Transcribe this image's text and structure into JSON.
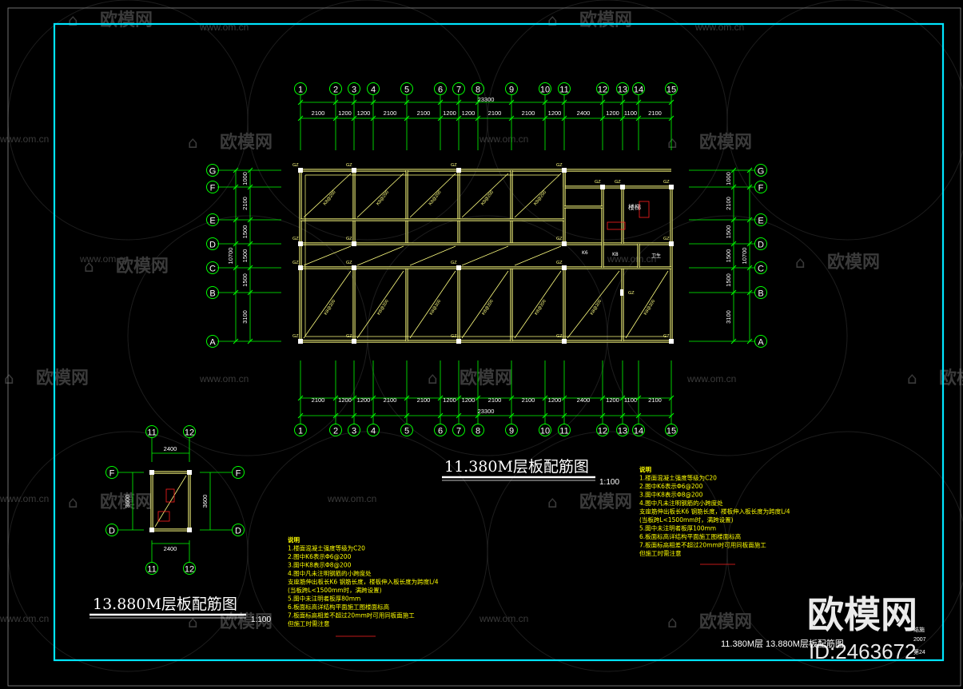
{
  "colors": {
    "background": "#000000",
    "frame": "#00e5ff",
    "grid": "#00ff00",
    "structure": "#ffff80",
    "text_white": "#ffffff",
    "note_yellow": "#ffff00",
    "red_mark": "#ff2020",
    "watermark": "#3a3a3a"
  },
  "watermark": {
    "brand": "欧模网",
    "url": "www.om.cn",
    "big_brand": "欧模网",
    "id_label": "ID:2463672"
  },
  "main_plan": {
    "title": "11.380M层板配筋图",
    "scale": "1:100",
    "total_width": "23300",
    "total_height": "10700",
    "top_axes": [
      "1",
      "2",
      "3",
      "4",
      "5",
      "6",
      "7",
      "8",
      "9",
      "10",
      "11",
      "12",
      "13",
      "14",
      "15"
    ],
    "bottom_axes": [
      "1",
      "2",
      "3",
      "4",
      "5",
      "6",
      "7",
      "8",
      "9",
      "10",
      "11",
      "12",
      "13",
      "14",
      "15"
    ],
    "bay_dims": [
      "2100",
      "1200",
      "1200",
      "2100",
      "2100",
      "1200",
      "1200",
      "2100",
      "2100",
      "1200",
      "2400",
      "1200",
      "1100",
      "2100"
    ],
    "row_axes": [
      "G",
      "F",
      "E",
      "D",
      "C",
      "B",
      "A"
    ],
    "row_dims": [
      "1000",
      "2100",
      "1500",
      "1500",
      "1500",
      "3100"
    ],
    "column_tag": "GZ"
  },
  "small_plan": {
    "title": "13.880M层板配筋图",
    "scale": "1:100",
    "axes_top": [
      "11",
      "12"
    ],
    "axes_bottom": [
      "11",
      "12"
    ],
    "axes_left": [
      "F",
      "D"
    ],
    "axes_right": [
      "F",
      "D"
    ],
    "width_dim": "2400",
    "height_dim": "3600"
  },
  "notes_right": {
    "heading": "说明",
    "lines": [
      "1.楼面混凝土强度等级为C20",
      "2.图中K6表示Φ6@200",
      "3.图中K8表示Φ8@200",
      "4.图中凡未注明钢筋的小跨度处",
      "  支座筋伸出板长K6 钢筋长度，楼板伸入板长度为跨度L/4",
      "  (当板跨L<1500mm时，满跨设置)",
      "5.图中未注明者板厚100mm",
      "6.板面标高详结构平面施工图楼面标高",
      "7.板面标高相差不超过20mm时可用同板面施工",
      "  但施工时需注意"
    ]
  },
  "notes_left": {
    "heading": "说明",
    "lines": [
      "1.楼面混凝土强度等级为C20",
      "2.图中K6表示Φ6@200",
      "3.图中K8表示Φ8@200",
      "4.图中凡未注明钢筋的小跨度处",
      "  支座筋伸出板长K6 钢筋长度，楼板伸入板长度为跨度L/4",
      "  (当板跨L<1500mm时，满跨设置)",
      "5.图中未注明者板厚80mm",
      "6.板面标高详结构平面施工图楼面标高",
      "7.板面标高相差不超过20mm时可用同板面施工",
      "  但施工时需注意"
    ]
  },
  "title_block": {
    "drawing_name": "11.380M层 13.880M层板配筋图",
    "code_a": "结施",
    "code_b": "2007",
    "code_c": "第24"
  }
}
